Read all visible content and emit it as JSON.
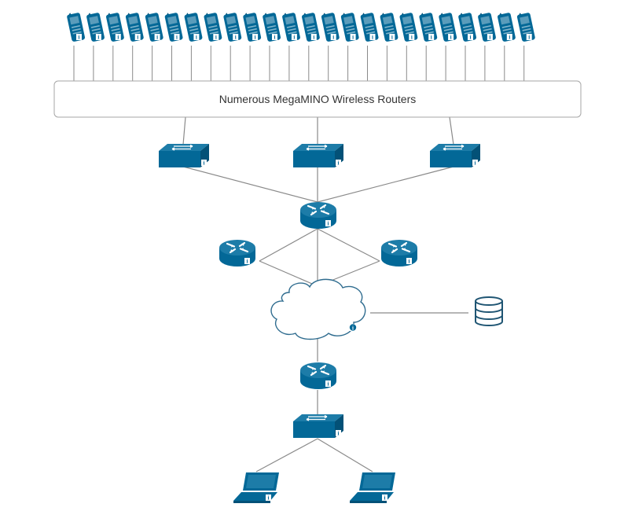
{
  "diagram": {
    "router_box_label": "Numerous MegaMINO Wireless Routers",
    "colors": {
      "device_fill": "#036897",
      "device_dark": "#035177",
      "device_light": "#1d7ca8",
      "line": "#8a8a8a",
      "box_stroke": "#a6a6a6",
      "cloud_stroke": "#2f6c8f",
      "db_stroke": "#1f5573",
      "white": "#ffffff"
    },
    "icons": {
      "phone": "cisco-cellular-phone-icon",
      "switch": "cisco-layer2-switch-icon",
      "router": "cisco-router-icon",
      "cloud": "cisco-cloud-icon",
      "database": "database-icon",
      "laptop": "cisco-laptop-icon"
    },
    "phone_count": 24,
    "distribution_switch_count": 3,
    "peer_router_count": 2,
    "laptop_count": 2
  }
}
